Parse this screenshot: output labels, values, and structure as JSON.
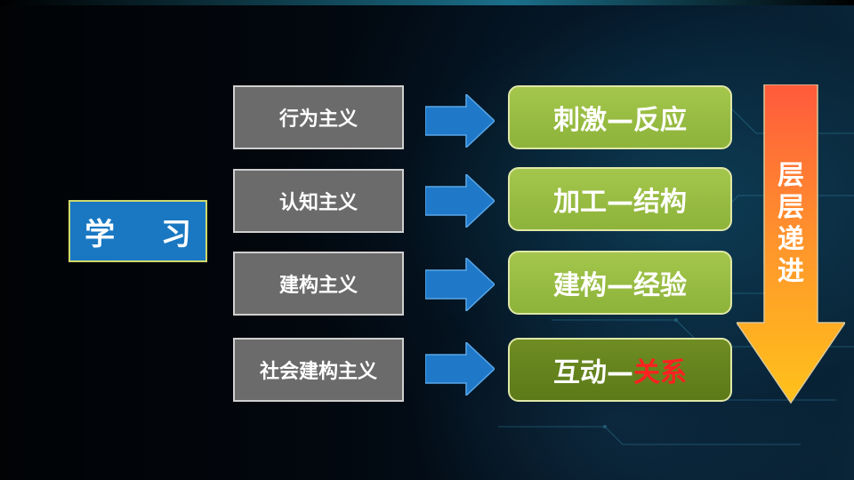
{
  "center": {
    "label": "学 习"
  },
  "theories": [
    {
      "label": "行为主义"
    },
    {
      "label": "认知主义"
    },
    {
      "label": "建构主义"
    },
    {
      "label": "社会建构主义"
    }
  ],
  "results": [
    {
      "label": "刺激—反应"
    },
    {
      "label": "加工—结构"
    },
    {
      "label": "建构—经验"
    },
    {
      "label_prefix": "互动—",
      "label_highlight": "关系"
    }
  ],
  "progression": {
    "label": "层\n层\n递\n进"
  },
  "colors": {
    "learn_box": "#1a78c2",
    "theory_box": "#6b6b6b",
    "result_box": "#9bbf45",
    "result_box_active": "#6f8d23",
    "highlight_text": "#ff2020",
    "arrow": "#1f78c8",
    "down_arrow_top": "#ff5a3c",
    "down_arrow_bottom": "#ffc21a"
  }
}
